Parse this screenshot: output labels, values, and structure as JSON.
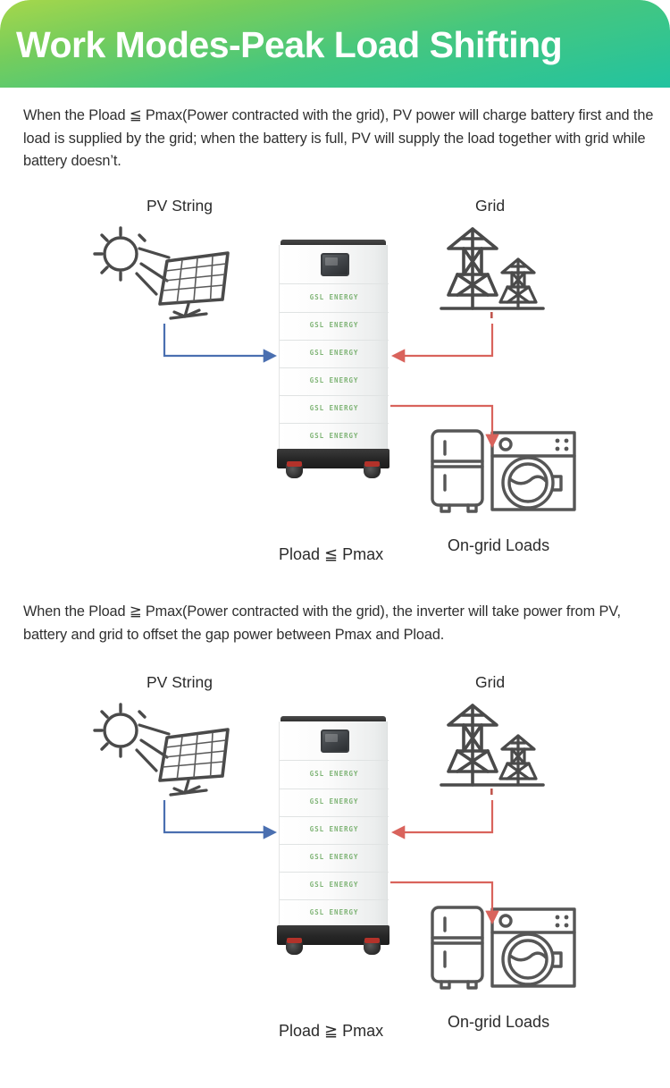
{
  "header": {
    "title": "Work Modes-Peak Load Shifting",
    "gradient_from": "#a6d74b",
    "gradient_to": "#22c3a0"
  },
  "sections": [
    {
      "paragraph": "When the Pload ≦ Pmax(Power contracted with the grid), PV power will charge battery first and the load is supplied by the grid; when the battery is full, PV will supply the load together with grid while battery doesn’t.",
      "pv_label": "PV String",
      "grid_label": "Grid",
      "condition_label": "Pload ≦ Pmax",
      "loads_label": "On-grid Loads"
    },
    {
      "paragraph": "When the Pload ≧ Pmax(Power contracted with the grid), the inverter will take power from PV, battery and grid to offset the gap power between Pmax and Pload.",
      "pv_label": "PV String",
      "grid_label": "Grid",
      "condition_label": "Pload ≧ Pmax",
      "loads_label": "On-grid Loads"
    }
  ],
  "battery": {
    "brand": "GSL ENERGY",
    "module_count": 6,
    "brand_color": "#6aa85f",
    "modules": [
      "GSL ENERGY",
      "GSL ENERGY",
      "GSL ENERGY",
      "GSL ENERGY",
      "GSL ENERGY",
      "GSL ENERGY"
    ]
  },
  "arrows": {
    "pv_to_battery_color": "#4a6fb0",
    "grid_to_battery_color": "#d9635c",
    "battery_to_loads_color": "#d9635c"
  },
  "icons": {
    "pv": "solar-panel-icon",
    "grid": "transmission-tower-icon",
    "loads": "refrigerator-washing-machine-icon",
    "display": "battery-display-icon"
  }
}
